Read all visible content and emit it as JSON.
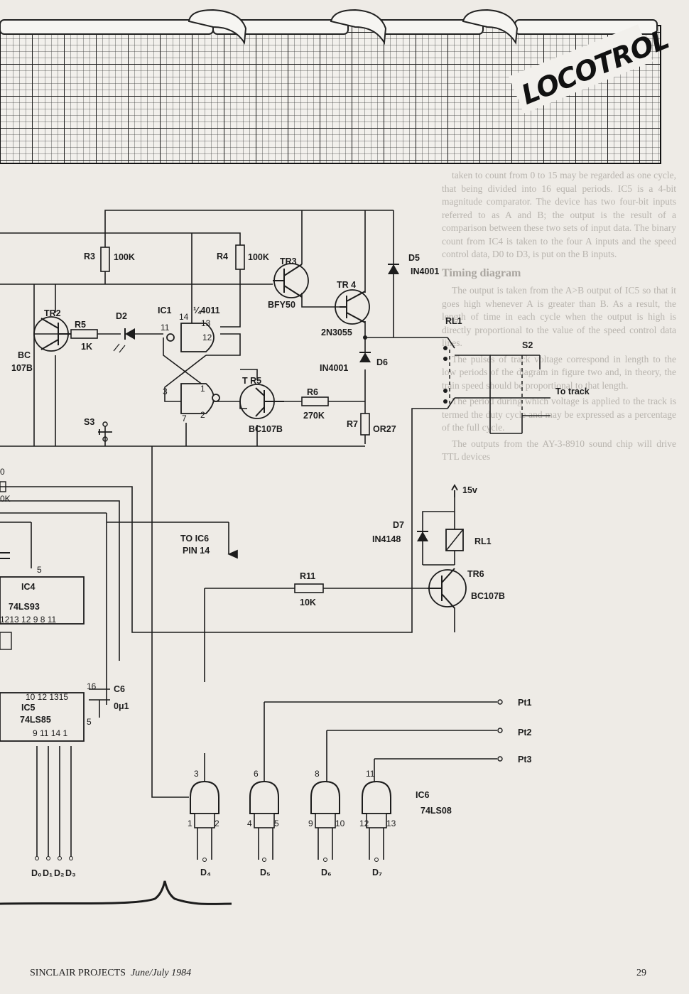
{
  "header": {
    "title": "LOCOTROL"
  },
  "footer": {
    "publication": "SINCLAIR PROJECTS",
    "issue": "June/July 1984",
    "page": "29"
  },
  "background_text": {
    "paragraphs": [
      "taken to count from 0 to 15 may be regarded as one cycle, that being divided into 16 equal periods. IC5 is a 4-bit magnitude comparator. The device has two four-bit inputs referred to as A and B; the output is the result of a comparison between these two sets of input data. The binary count from IC4 is taken to the four A inputs and the speed control data, D0 to D3, is put on the B inputs."
    ],
    "heading": "Timing diagram",
    "paragraphs2": [
      "The output is taken from the A>B output of IC5 so that it goes high whenever A is greater than B. As a result, the length of time in each cycle when the output is high is directly proportional to the value of the speed control data lines.",
      "The pulses of track voltage correspond in length to the low periods of the diagram in figure two and, in theory, the train speed should be proportional to that length.",
      "The period during which voltage is applied to the track is termed the duty cycle and may be expressed as a percentage of the full cycle.",
      "The outputs from the AY-3-8910 sound chip will drive TTL devices"
    ]
  },
  "components": {
    "R3": {
      "ref": "R3",
      "value": "100K"
    },
    "R4": {
      "ref": "R4",
      "value": "100K"
    },
    "R5": {
      "ref": "R5",
      "value": "1K"
    },
    "R6": {
      "ref": "R6",
      "value": "270K"
    },
    "R7": {
      "ref": "R7",
      "value": "OR27"
    },
    "R11": {
      "ref": "R11",
      "value": "10K"
    },
    "TR2": {
      "ref": "TR2",
      "type_line1": "BC",
      "type_line2": "107B"
    },
    "TR3": {
      "ref": "TR3",
      "type": "BFY50"
    },
    "TR4": {
      "ref": "TR 4",
      "type": "2N3055"
    },
    "TR5": {
      "ref": "T R5",
      "type": "BC107B"
    },
    "TR6": {
      "ref": "TR6",
      "type": "BC107B"
    },
    "D2": {
      "ref": "D2"
    },
    "D5": {
      "ref": "D5",
      "type": "IN4001"
    },
    "D6": {
      "ref": "D6",
      "type": "IN4001"
    },
    "D7": {
      "ref": "D7",
      "type": "IN4148"
    },
    "IC1": {
      "ref": "IC1",
      "type": "¼4011",
      "pins": [
        "14",
        "13",
        "12",
        "11",
        "3",
        "1",
        "2",
        "7"
      ]
    },
    "IC4": {
      "ref": "IC4",
      "type": "74LS93",
      "pin_top": "5",
      "pins_bottom": "1213 12 9 8 11"
    },
    "IC5": {
      "ref": "IC5",
      "type": "74LS85",
      "pins_top": "10 12 1315",
      "pin16": "16",
      "pin5": "5",
      "pins_bottom": "9 11 14 1"
    },
    "IC6": {
      "ref": "IC6",
      "type": "74LS08"
    },
    "C6": {
      "ref": "C6",
      "value": "0μ1"
    },
    "S2": {
      "ref": "S2"
    },
    "S3": {
      "ref": "S3"
    },
    "RL1": {
      "ref": "RL1"
    },
    "RL1_coil": {
      "ref": "RL1"
    }
  },
  "labels": {
    "to_track": "To track",
    "supply": "15v",
    "to_ic6": "TO IC6",
    "to_ic6_pin": "PIN 14",
    "pt1": "Pt1",
    "pt2": "Pt2",
    "pt3": "Pt3",
    "left_edge_1": "0",
    "left_edge_2": "0K"
  },
  "gates": [
    {
      "out": "3",
      "in1": "1",
      "in2": "2",
      "data": "D₄"
    },
    {
      "out": "6",
      "in1": "4",
      "in2": "5",
      "data": "D₅"
    },
    {
      "out": "8",
      "in1": "9",
      "in2": "10",
      "data": "D₆"
    },
    {
      "out": "11",
      "in1": "12",
      "in2": "13",
      "data": "D₇"
    }
  ],
  "data_lines": [
    "D₀",
    "D₁",
    "D₂",
    "D₃"
  ]
}
